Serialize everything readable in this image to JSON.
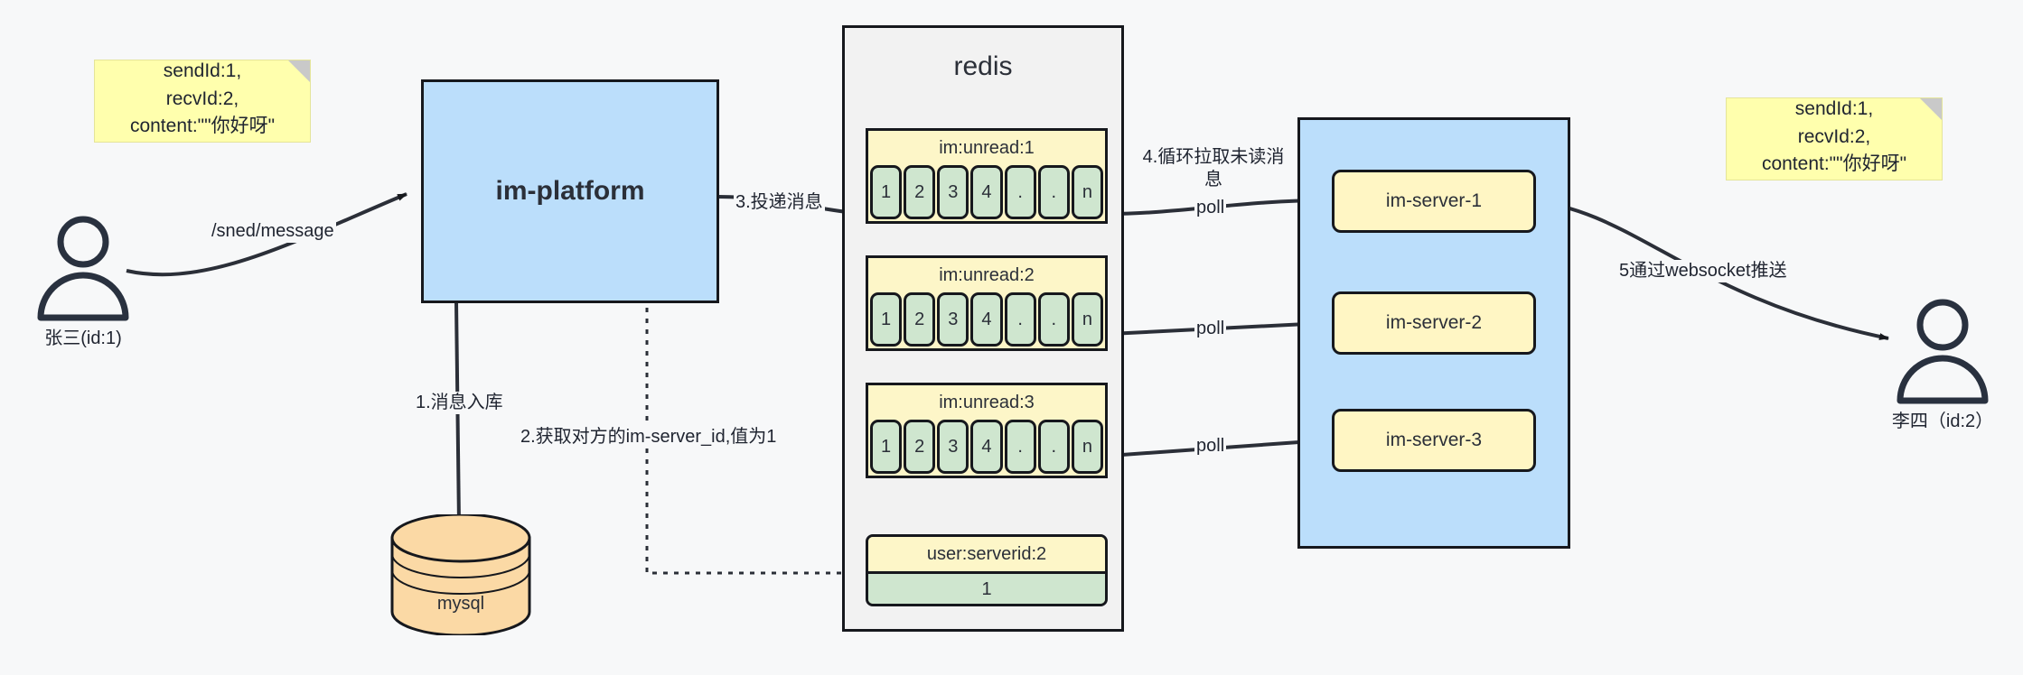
{
  "diagram": {
    "title": "IM message delivery architecture",
    "colors": {
      "background": "#f7f8f9",
      "note_yellow": "#ffffad",
      "blue": "#bbdefb",
      "server_yellow": "#fff6c4",
      "queue_yellow": "#fdf6c8",
      "cell_green": "#cfe6cf",
      "mysql_orange": "#fbd9a5",
      "stroke": "#16181d"
    }
  },
  "notes": {
    "left": "sendId:1,\nrecvId:2,\ncontent:\"\"你好呀\"",
    "right": "sendId:1,\nrecvId:2,\ncontent:\"\"你好呀\""
  },
  "actors": {
    "sender": {
      "label": "张三(id:1)",
      "icon": "person-icon"
    },
    "receiver": {
      "label": "李四（id:2）",
      "icon": "person-icon"
    }
  },
  "platform": {
    "label": "im-platform"
  },
  "database": {
    "label": "mysql",
    "icon": "database-cylinder-icon"
  },
  "redis": {
    "title": "redis",
    "queues": [
      {
        "key": "im:unread:1",
        "cells": [
          "1",
          "2",
          "3",
          "4",
          ".",
          ".",
          "n"
        ]
      },
      {
        "key": "im:unread:2",
        "cells": [
          "1",
          "2",
          "3",
          "4",
          ".",
          ".",
          "n"
        ]
      },
      {
        "key": "im:unread:3",
        "cells": [
          "1",
          "2",
          "3",
          "4",
          ".",
          ".",
          "n"
        ]
      }
    ],
    "kv": {
      "key": "user:serverid:2",
      "value": "1"
    }
  },
  "servers": [
    {
      "label": "im-server-1"
    },
    {
      "label": "im-server-2"
    },
    {
      "label": "im-server-3"
    }
  ],
  "edges": {
    "send_message": "/sned/message",
    "step1": "1.消息入库",
    "step2": "2.获取对方的im-server_id,值为1",
    "step3": "3.投递消息",
    "step4": "4.循环拉取未读消\n息",
    "step5": "5通过websocket推送",
    "poll1": "poll",
    "poll2": "poll",
    "poll3": "poll"
  }
}
